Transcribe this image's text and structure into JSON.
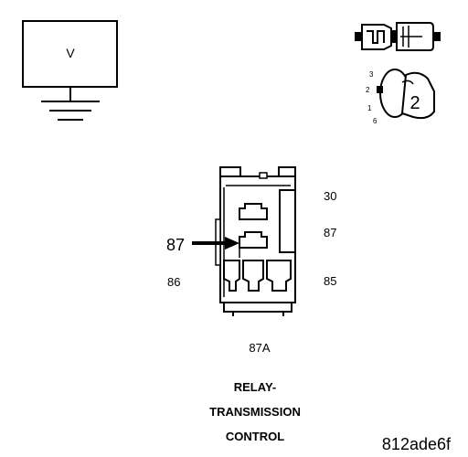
{
  "voltmeter": {
    "symbol": "V"
  },
  "connector_view": {
    "pins": [
      "3",
      "2",
      "1",
      "6"
    ],
    "index": "2"
  },
  "relay": {
    "pin_30": "30",
    "pin_87_right": "87",
    "pin_87_arrow": "87",
    "pin_86": "86",
    "pin_85": "85",
    "pin_87a": "87A"
  },
  "caption": {
    "line1": "RELAY-",
    "line2": "TRANSMISSION",
    "line3": "CONTROL"
  },
  "figure_id": "812ade6f"
}
